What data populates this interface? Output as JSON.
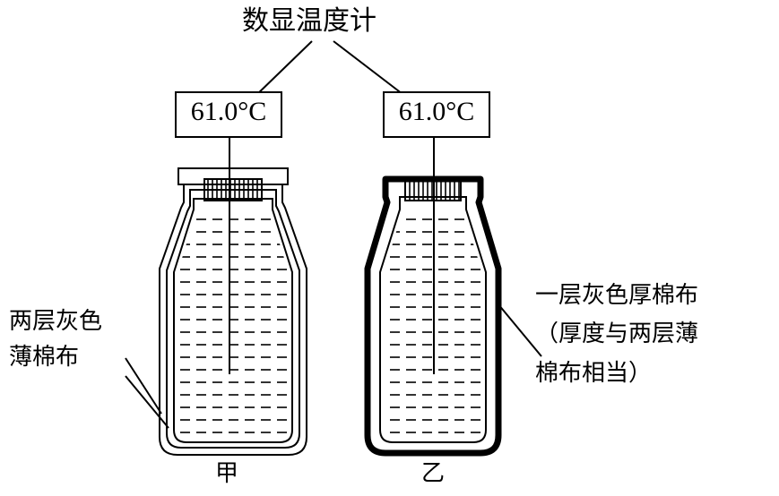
{
  "title": "数显温度计",
  "thermometer_left": {
    "reading": "61.0°C"
  },
  "thermometer_right": {
    "reading": "61.0°C"
  },
  "bottle_left": {
    "label": "甲",
    "wrap_caption_lines": [
      "两层灰色",
      "薄棉布"
    ]
  },
  "bottle_right": {
    "label": "乙",
    "wrap_caption_lines": [
      "一层灰色厚棉布",
      "（厚度与两层薄",
      "棉布相当）"
    ]
  }
}
